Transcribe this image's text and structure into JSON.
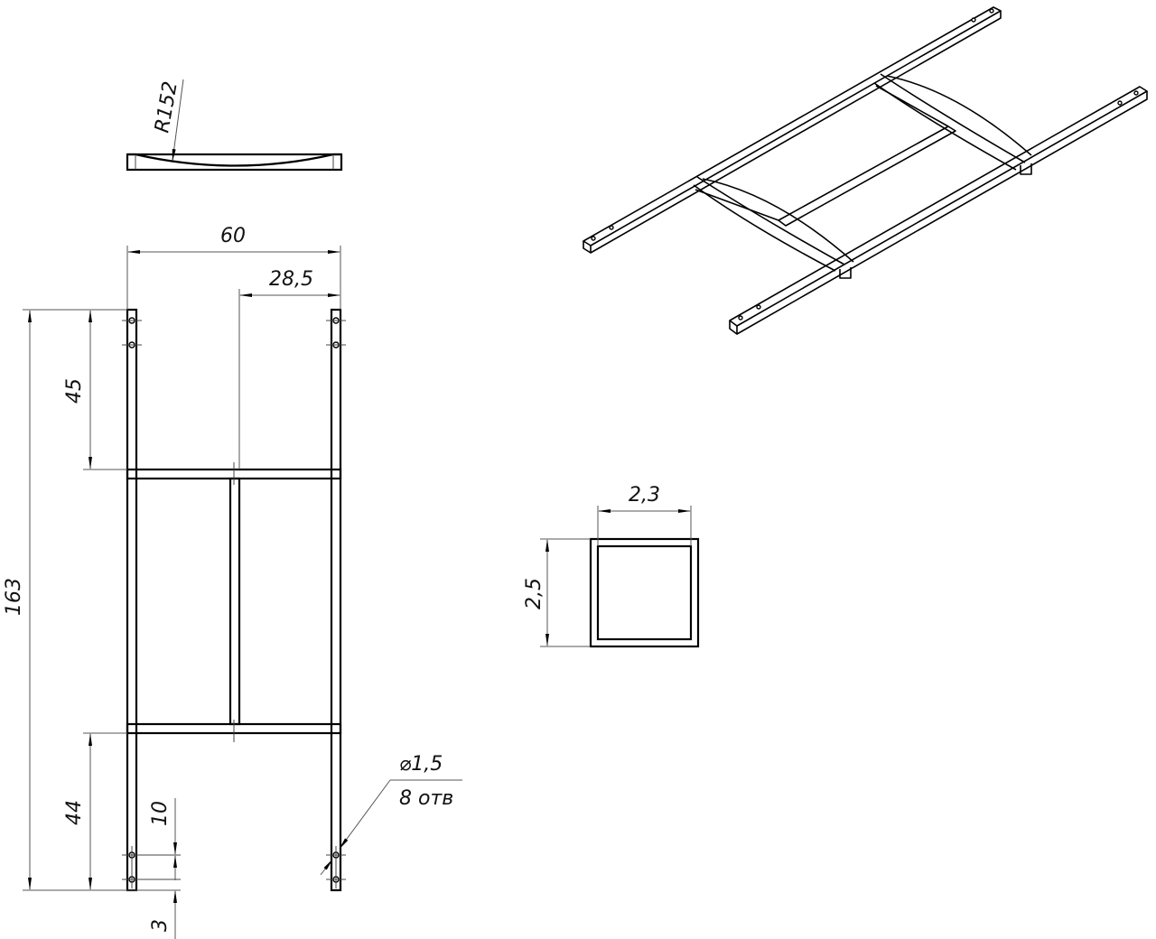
{
  "drawing": {
    "type": "engineering-drawing",
    "subject": "tubular ladder frame",
    "units": "mm (as labeled)",
    "side_view": {
      "radius_label": "R152"
    },
    "front_view": {
      "overall_width": "60",
      "center_offset": "28,5",
      "overall_height": "163",
      "top_to_crossbar": "45",
      "bottom_to_crossbar": "44",
      "hole_spacing": "10",
      "hole_end_offset": "3",
      "hole_diameter": "⌀1,5",
      "hole_count": "8 отв"
    },
    "section_view": {
      "width": "2,3",
      "height": "2,5"
    },
    "isometric_view": {
      "label": ""
    }
  }
}
